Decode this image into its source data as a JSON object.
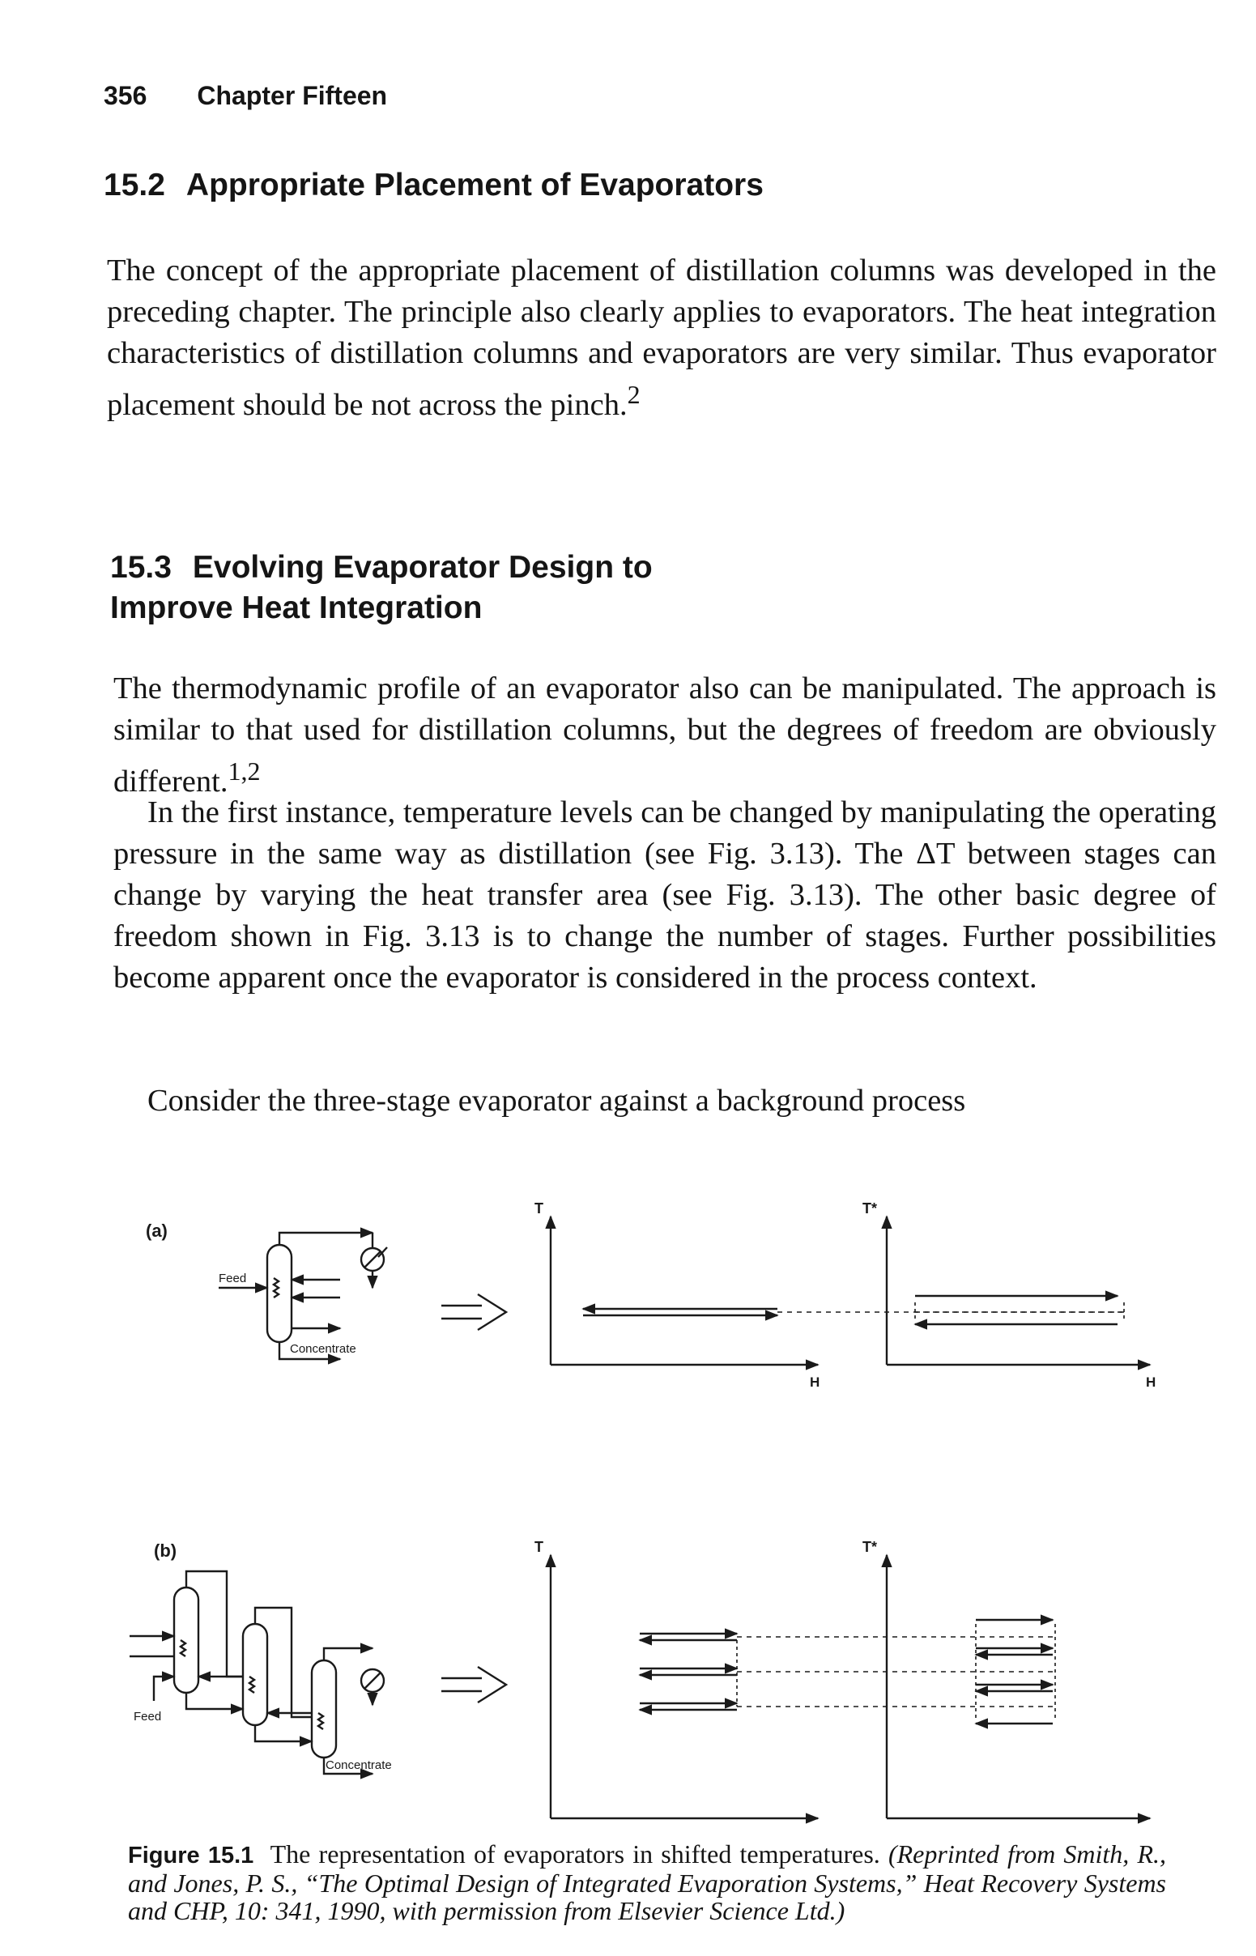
{
  "header": {
    "page_number": "356",
    "chapter": "Chapter Fifteen"
  },
  "section_15_2": {
    "number": "15.2",
    "title": "Appropriate Placement of Evaporators",
    "body": "The concept of the appropriate placement of distillation columns was developed in the preceding chapter. The principle also clearly applies to evaporators. The heat integration characteristics of distillation columns and evaporators are very similar. Thus evaporator placement should be not across the pinch.",
    "ref": "2"
  },
  "section_15_3": {
    "number": "15.3",
    "title_line1": "Evolving Evaporator Design to",
    "title_line2": "Improve Heat Integration",
    "para1": "The thermodynamic profile of an evaporator also can be manipulated. The approach is similar to that used for distillation columns, but the degrees of freedom are obviously different.",
    "para1_ref": "1,2",
    "para2": "In the first instance, temperature levels can be changed by manipulating the operating pressure in the same way as distillation (see Fig. 3.13). The ΔT between stages can change by varying the heat transfer area (see Fig. 3.13). The other basic degree of freedom shown in Fig. 3.13 is to change the number of stages. Further possibilities become apparent once the evaporator is considered in the process context.",
    "para3": "Consider the three-stage evaporator against a background process"
  },
  "figure": {
    "panel_a_label": "(a)",
    "panel_b_label": "(b)",
    "feed": "Feed",
    "concentrate": "Concentrate",
    "axis_t": "T",
    "axis_t_shifted": "T*",
    "axis_h": "H"
  },
  "caption": {
    "label": "Figure 15.1",
    "text": "The representation of evaporators in shifted temperatures.",
    "credit": "(Reprinted from Smith, R., and Jones, P. S., “The Optimal Design of Integrated Evaporation Systems,” Heat Recovery Systems and CHP, 10: 341, 1990, with permission from Elsevier Science Ltd.)"
  }
}
